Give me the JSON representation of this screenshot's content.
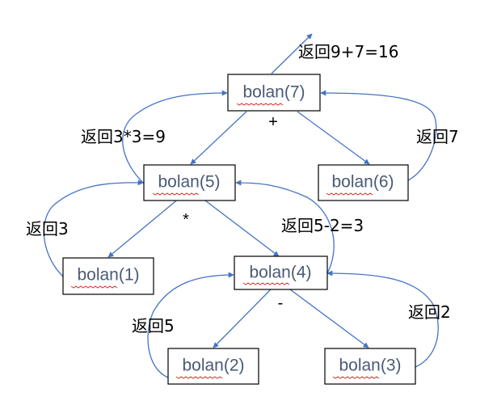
{
  "nodes": [
    {
      "id": "n7",
      "label": "bolan(7)"
    },
    {
      "id": "n5",
      "label": "bolan(5)"
    },
    {
      "id": "n6",
      "label": "bolan(6)"
    },
    {
      "id": "n1",
      "label": "bolan(1)"
    },
    {
      "id": "n4",
      "label": "bolan(4)"
    },
    {
      "id": "n2",
      "label": "bolan(2)"
    },
    {
      "id": "n3",
      "label": "bolan(3)"
    }
  ],
  "operators": [
    {
      "id": "op-plus",
      "symbol": "+"
    },
    {
      "id": "op-times",
      "symbol": "*"
    },
    {
      "id": "op-minus",
      "symbol": "-"
    }
  ],
  "annotations": [
    {
      "id": "ret-top",
      "text": "返回9+7=16"
    },
    {
      "id": "ret-5",
      "text": "返回3*3=9"
    },
    {
      "id": "ret-6",
      "text": "返回7"
    },
    {
      "id": "ret-1",
      "text": "返回3"
    },
    {
      "id": "ret-4",
      "text": "返回5-2=3"
    },
    {
      "id": "ret-2",
      "text": "返回5"
    },
    {
      "id": "ret-3",
      "text": "返回2"
    }
  ],
  "colors": {
    "arrow": "#4472c4",
    "node_text": "#4a5a76",
    "spellcheck": "#d9302c"
  }
}
